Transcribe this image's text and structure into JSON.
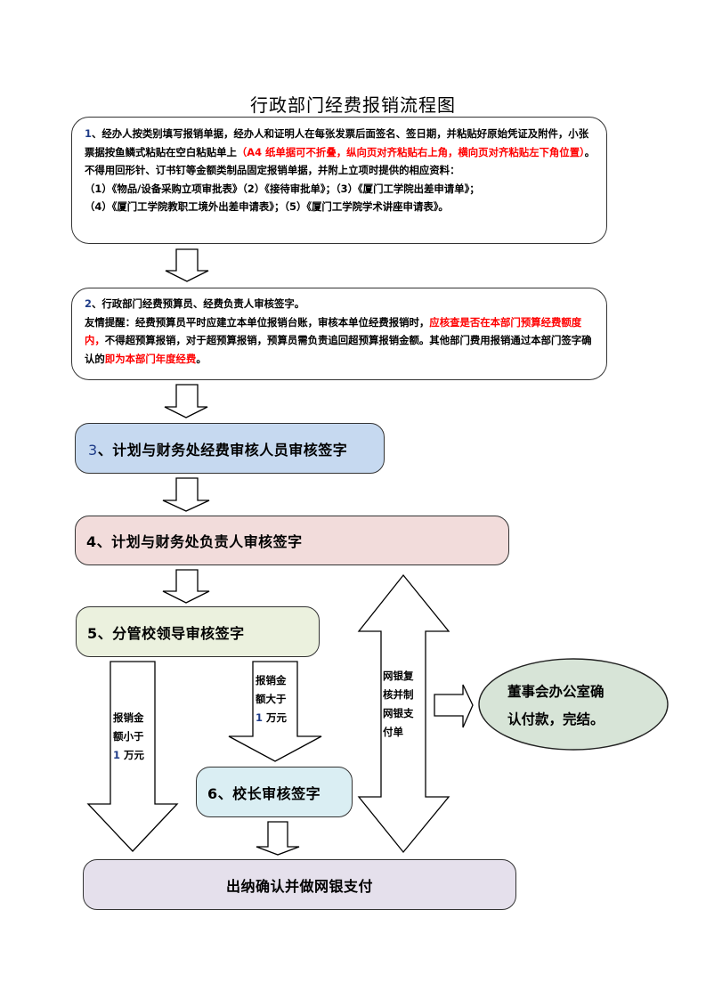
{
  "title": "行政部门经费报销流程图",
  "colors": {
    "step3_fill": "#c6d9f0",
    "step4_fill": "#f2dcdb",
    "step5_fill": "#ebf1de",
    "step6_fill": "#daeef3",
    "final_fill": "#e5e0ec",
    "end_fill": "#d7e4d7",
    "highlight_red": "#ff0000"
  },
  "step1": {
    "num": "1",
    "text_a": "、经办人按类别填写报销单据，经办人和证明人在每张发票后面签名、签日期，并粘贴好原始凭证及附件，小张票据按鱼鳞式粘贴在空白粘贴单上",
    "text_red": "（A4 纸单据可不折叠，纵向页对齐粘贴右上角，横向页对齐粘贴左下角位置）",
    "text_b": "。不得用回形针、订书钉等金额类制品固定报销单据，并附上立项时提供的相应资料：",
    "list_line1": "（1）《物品/设备采购立项审批表》（2）《接待审批单》；（3）《厦门工学院出差申请单》；",
    "list_line2": "（4）《厦门工学院教职工境外出差申请表》；（5）《厦门工学院学术讲座申请表》。"
  },
  "step2": {
    "num": "2",
    "line1": "、行政部门经费预算员、经费负责人审核签字。",
    "text_a": "友情提醒：经费预算员平时应建立本单位报销台账，审核本单位经费报销时，",
    "text_red1": "应核查是否在本部门预算经费额度内，",
    "text_b": "不得超预算报销，对于超预算报销，预算员需负责追回超预算报销金额。其他部门费用报销通过本部门签字确认的",
    "text_red2": "即为本部门年度经费",
    "text_c": "。"
  },
  "step3": {
    "num": "3",
    "label": "、计划与财务处经费审核人员审核签字"
  },
  "step4": {
    "label": "4、计划与财务处负责人审核签字"
  },
  "step5": {
    "label": "5、分管校领导审核签字"
  },
  "step6": {
    "label": "6、校长审核签字"
  },
  "final_step": {
    "label": "出纳确认并做网银支付"
  },
  "branch_small": {
    "line1": "报销金",
    "line2": "额小于",
    "num": "1",
    "line3": " 万元"
  },
  "branch_large": {
    "line1": "报销金",
    "line2": "额大于",
    "num": "1",
    "line3": " 万元"
  },
  "double_arrow": {
    "line1": "网银复",
    "line2": "核并制",
    "line3": "网银支",
    "line4": "付单"
  },
  "end_node": {
    "line1": "董事会办公室确",
    "line2": "认付款，完结。"
  }
}
